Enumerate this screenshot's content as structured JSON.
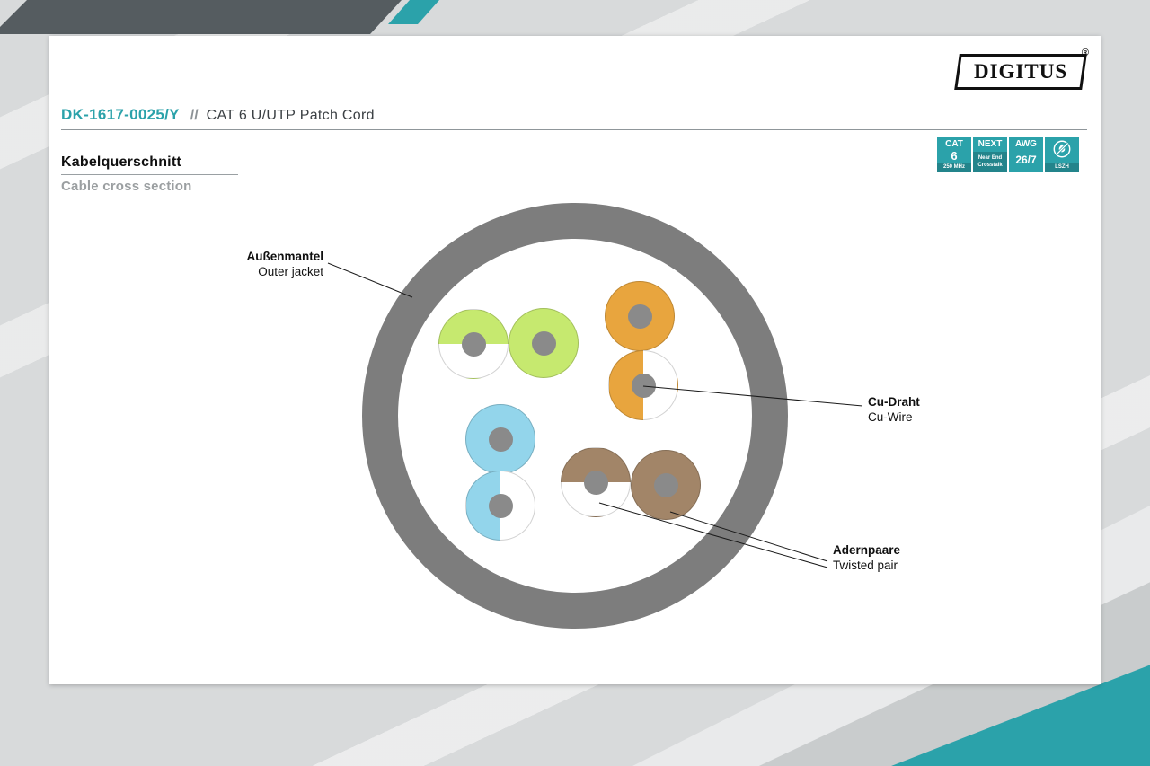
{
  "brand": {
    "name": "DIGITUS",
    "registered": "®"
  },
  "header": {
    "product_code": "DK-1617-0025/Y",
    "separator": "//",
    "product_title": "CAT 6 U/UTP Patch Cord"
  },
  "section": {
    "heading_de": "Kabelquerschnitt",
    "heading_en": "Cable cross section"
  },
  "badges": {
    "cat": {
      "top": "CAT",
      "mid": "6",
      "bottom": "250 MHz"
    },
    "next": {
      "top": "NEXT",
      "line1": "Near End",
      "line2": "Crosstalk"
    },
    "awg": {
      "top": "AWG",
      "mid": "26/7"
    },
    "lszh": {
      "bottom": "LSZH",
      "icon": "flame-crossed-icon"
    }
  },
  "callouts": {
    "outer_jacket": {
      "de": "Außenmantel",
      "en": "Outer jacket"
    },
    "cu_wire": {
      "de": "Cu-Draht",
      "en": "Cu-Wire"
    },
    "twisted_pair": {
      "de": "Adernpaare",
      "en": "Twisted pair"
    }
  },
  "colors": {
    "accent": "#2BA2AA",
    "jacket": "#7D7D7D",
    "conductor": "#8A8A8A",
    "pair_green": "#C6E96F",
    "pair_orange": "#E8A53E",
    "pair_blue": "#93D5EB",
    "pair_brown": "#A28568"
  }
}
